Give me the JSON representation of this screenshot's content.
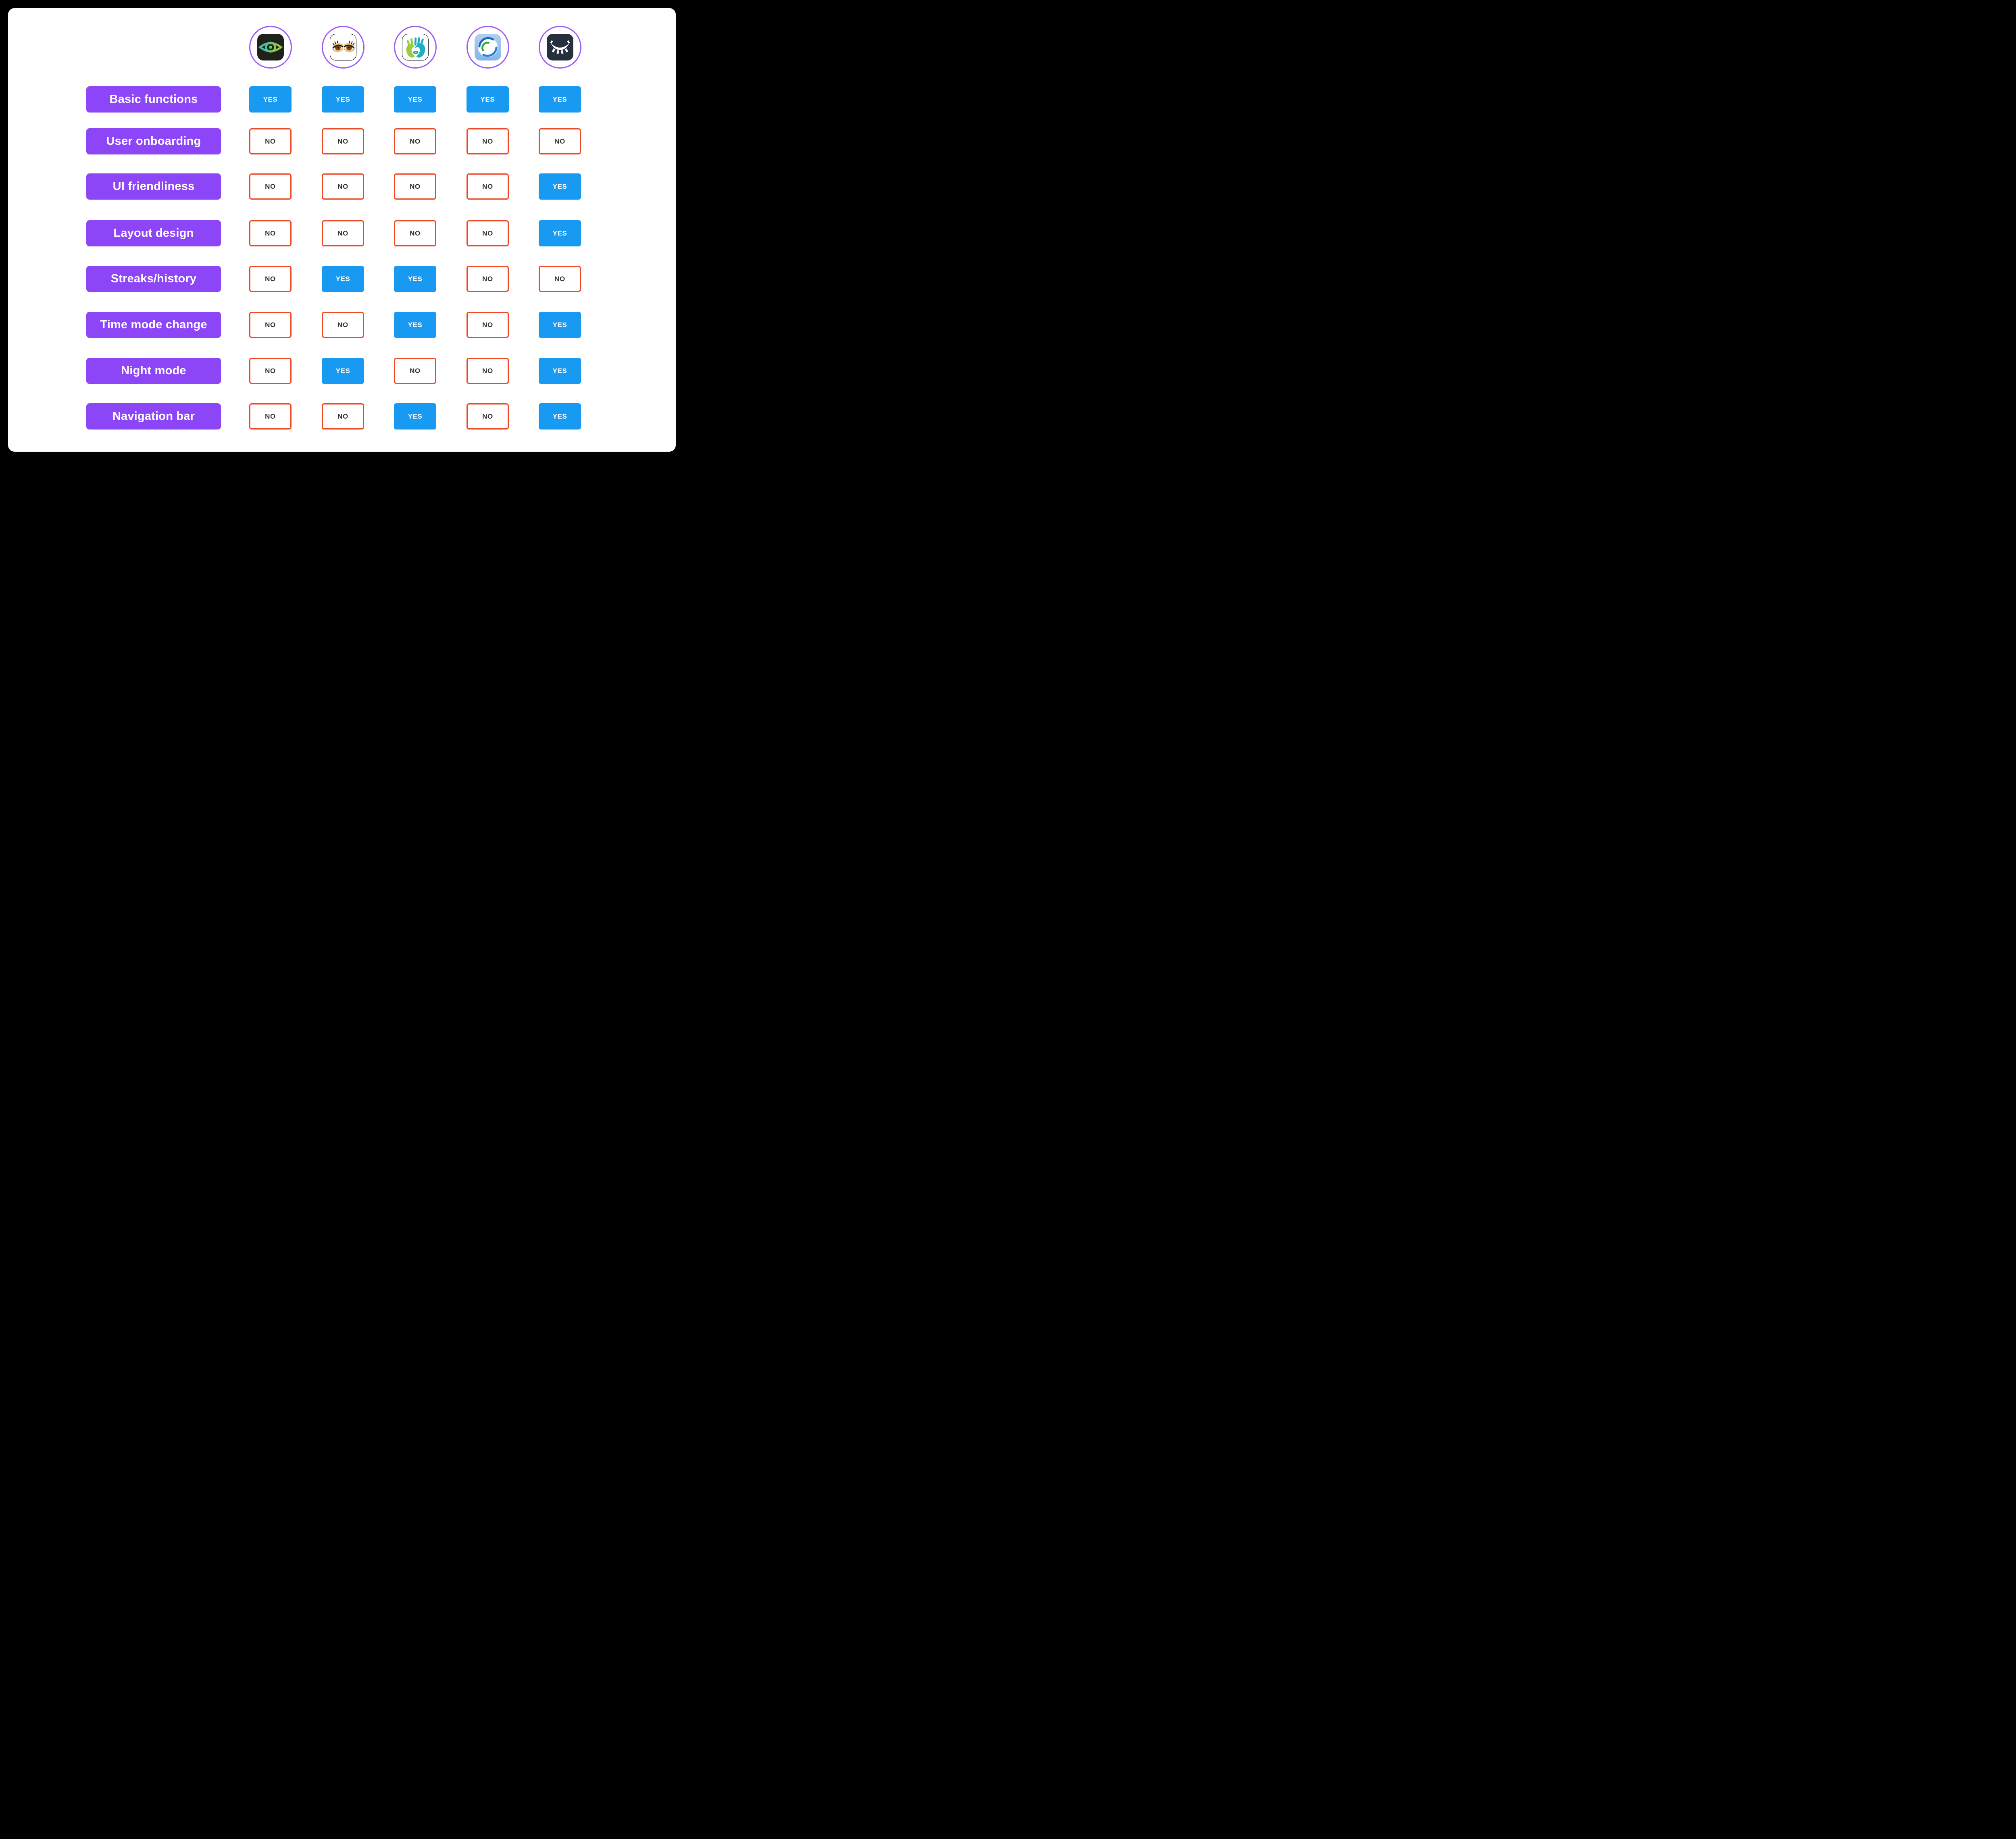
{
  "header": {
    "apps": [
      {
        "icon": "gradient-eye-icon"
      },
      {
        "icon": "realistic-eyes-icon"
      },
      {
        "icon": "hands-heart-eye-icon"
      },
      {
        "icon": "blue-swirl-icon"
      },
      {
        "icon": "closed-eye-icon"
      }
    ]
  },
  "rows": [
    {
      "label": "Basic functions",
      "cells": [
        "YES",
        "YES",
        "YES",
        "YES",
        "YES"
      ]
    },
    {
      "label": "User onboarding",
      "cells": [
        "NO",
        "NO",
        "NO",
        "NO",
        "NO"
      ]
    },
    {
      "label": "UI friendliness",
      "cells": [
        "NO",
        "NO",
        "NO",
        "NO",
        "YES"
      ]
    },
    {
      "label": "Layout design",
      "cells": [
        "NO",
        "NO",
        "NO",
        "NO",
        "YES"
      ]
    },
    {
      "label": "Streaks/history",
      "cells": [
        "NO",
        "YES",
        "YES",
        "NO",
        "NO"
      ]
    },
    {
      "label": "Time mode change",
      "cells": [
        "NO",
        "NO",
        "YES",
        "NO",
        "YES"
      ]
    },
    {
      "label": "Night mode",
      "cells": [
        "NO",
        "YES",
        "NO",
        "NO",
        "YES"
      ]
    },
    {
      "label": "Navigation bar",
      "cells": [
        "NO",
        "NO",
        "YES",
        "NO",
        "YES"
      ]
    }
  ],
  "colors": {
    "label_bg": "#8C46F7",
    "yes_bg": "#189AF2",
    "no_border": "#F04926",
    "no_text": "#333333",
    "circle_border": "#9D5CF7",
    "frame_bg": "#000000",
    "card_bg": "#FFFFFF"
  },
  "chart_data": {
    "type": "table",
    "title": "",
    "categories": [
      "Basic functions",
      "User onboarding",
      "UI friendliness",
      "Layout design",
      "Streaks/history",
      "Time mode change",
      "Night mode",
      "Navigation bar"
    ],
    "series": [
      {
        "name": "gradient-eye-app",
        "values": [
          "YES",
          "NO",
          "NO",
          "NO",
          "NO",
          "NO",
          "NO",
          "NO"
        ]
      },
      {
        "name": "realistic-eyes-app",
        "values": [
          "YES",
          "NO",
          "NO",
          "NO",
          "YES",
          "NO",
          "YES",
          "NO"
        ]
      },
      {
        "name": "hands-heart-eye-app",
        "values": [
          "YES",
          "NO",
          "NO",
          "NO",
          "YES",
          "YES",
          "NO",
          "YES"
        ]
      },
      {
        "name": "blue-swirl-app",
        "values": [
          "YES",
          "NO",
          "NO",
          "NO",
          "NO",
          "NO",
          "NO",
          "NO"
        ]
      },
      {
        "name": "closed-eye-app",
        "values": [
          "YES",
          "NO",
          "YES",
          "YES",
          "NO",
          "YES",
          "YES",
          "YES"
        ]
      }
    ],
    "legend_position": "top",
    "grid": false
  }
}
